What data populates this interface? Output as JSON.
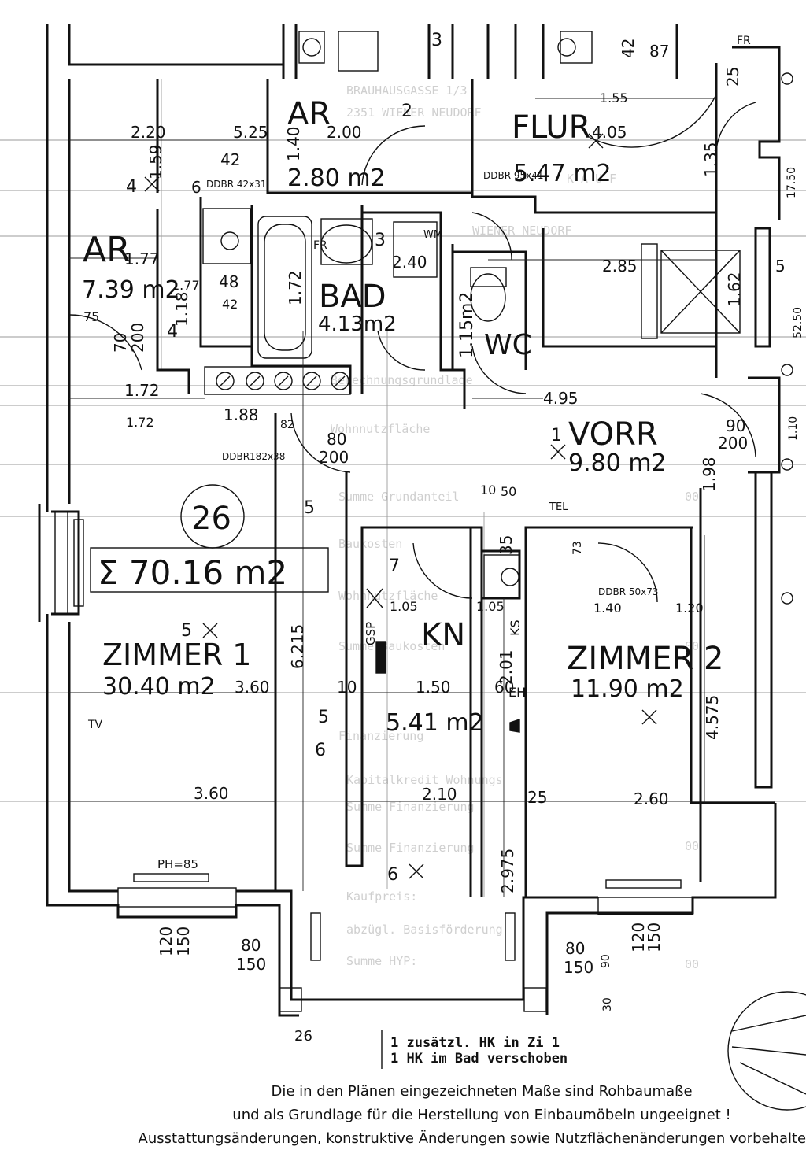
{
  "apartment": {
    "number": "26",
    "total_area": "Σ 70.16  m2"
  },
  "rooms": [
    {
      "id": "ar-left",
      "name": "AR",
      "area": "7.39 m2"
    },
    {
      "id": "ar-top",
      "name": "AR",
      "area": "2.80 m2"
    },
    {
      "id": "flur",
      "name": "FLUR",
      "area": "5.47 m2"
    },
    {
      "id": "bad",
      "name": "BAD",
      "area": "4.13m2"
    },
    {
      "id": "wc",
      "name": "WC",
      "area": "1.15m2"
    },
    {
      "id": "vorr",
      "name": "VORR",
      "area": "9.80 m2"
    },
    {
      "id": "zimmer1",
      "name": "ZIMMER 1",
      "area": "30.40 m2"
    },
    {
      "id": "kn",
      "name": "KN",
      "area": "5.41 m2"
    },
    {
      "id": "zimmer2",
      "name": "ZIMMER 2",
      "area": "11.90 m2"
    }
  ],
  "dimensions": [
    "2.20",
    "5.25",
    "2.00",
    "1.59",
    "42",
    "6",
    "1.77",
    "1.77",
    "48",
    "42",
    "1.18",
    "75",
    "1.72",
    "1.72",
    "1.88",
    "82",
    "1.40",
    "2.40",
    "1.72",
    "1.55",
    "4.05",
    "2.85",
    "1.62",
    "5",
    "4.95",
    "1.98",
    "80",
    "200",
    "70",
    "200",
    "90",
    "200",
    "6.215",
    "3.60",
    "3.60",
    "1.50",
    "1.05",
    "1.05",
    "2.01",
    "60",
    "10",
    "2.10",
    "2.60",
    "1.40",
    "1.20",
    "4.575",
    "2.975",
    "120",
    "150",
    "80",
    "150",
    "80",
    "150",
    "120",
    "150",
    "30",
    "90",
    "50",
    "35",
    "10",
    "25",
    "87",
    "42",
    "25",
    "1.35",
    "17.50",
    "52.50",
    "1.10",
    "73",
    "PH=85",
    "26"
  ],
  "labels": {
    "ddbr": [
      "DDBR 42x31",
      "DDBR 95x41",
      "DDBR182x38",
      "DDBR 50x73"
    ],
    "fixtures": [
      "WM",
      "FR",
      "GSP",
      "EH",
      "KS",
      "TEL",
      "TV",
      "FR"
    ],
    "note_lines": [
      "1 zusätzl. HK in Zi 1",
      "1 HK im Bad verschoben"
    ],
    "footer": [
      "Die in den Plänen eingezeichneten Maße sind Rohbaumaße",
      "und als Grundlage für die Herstellung von Einbaumöbeln ungeeignet !",
      "Ausstattungsänderungen, konstruktive Änderungen sowie Nutzflächenänderungen vorbehalten !"
    ]
  }
}
